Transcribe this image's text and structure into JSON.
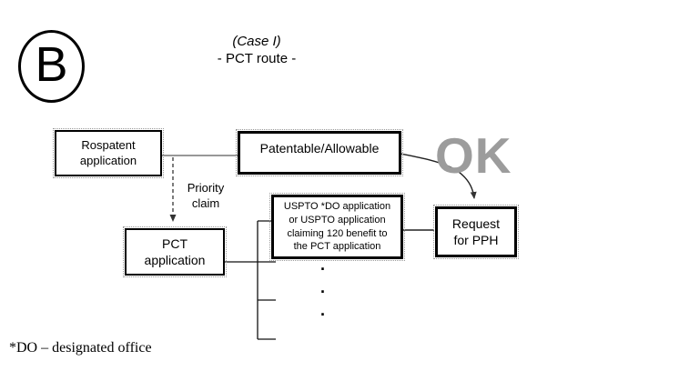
{
  "badge": {
    "label": "B"
  },
  "header": {
    "case_line": "(Case I)",
    "route_line": "- PCT route -"
  },
  "boxes": {
    "rospatent": {
      "lines": [
        "Rospatent",
        "application"
      ]
    },
    "patentable": {
      "label": "Patentable/Allowable"
    },
    "pct": {
      "lines": [
        "PCT",
        "application"
      ]
    },
    "uspto": {
      "lines": [
        "USPTO *DO application",
        "or USPTO application",
        "claiming 120 benefit to",
        "the PCT application"
      ]
    },
    "request": {
      "lines": [
        "Request",
        "for PPH"
      ]
    }
  },
  "annotations": {
    "priority_claim": "Priority claim",
    "ok": "OK",
    "ellipsis_dots": [
      ".",
      ".",
      "."
    ],
    "footnote": "*DO – designated office"
  },
  "colors": {
    "ok_gray": "#9c9c9c",
    "box_border": "#000000",
    "connector_line": "#333333",
    "background": "#ffffff"
  }
}
